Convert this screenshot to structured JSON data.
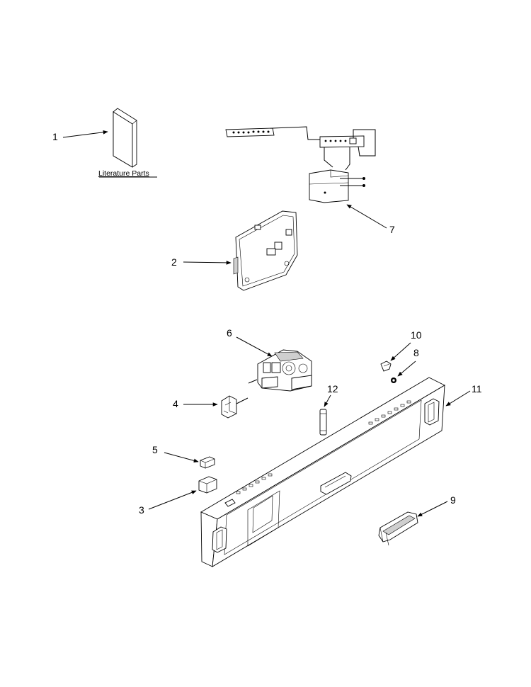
{
  "diagram": {
    "literature_label": "Literature Parts",
    "callouts": [
      {
        "id": "1",
        "label": "1"
      },
      {
        "id": "2",
        "label": "2"
      },
      {
        "id": "3",
        "label": "3"
      },
      {
        "id": "4",
        "label": "4"
      },
      {
        "id": "5",
        "label": "5"
      },
      {
        "id": "6",
        "label": "6"
      },
      {
        "id": "7",
        "label": "7"
      },
      {
        "id": "8",
        "label": "8"
      },
      {
        "id": "9",
        "label": "9"
      },
      {
        "id": "10",
        "label": "10"
      },
      {
        "id": "11",
        "label": "11"
      },
      {
        "id": "12",
        "label": "12"
      }
    ]
  }
}
